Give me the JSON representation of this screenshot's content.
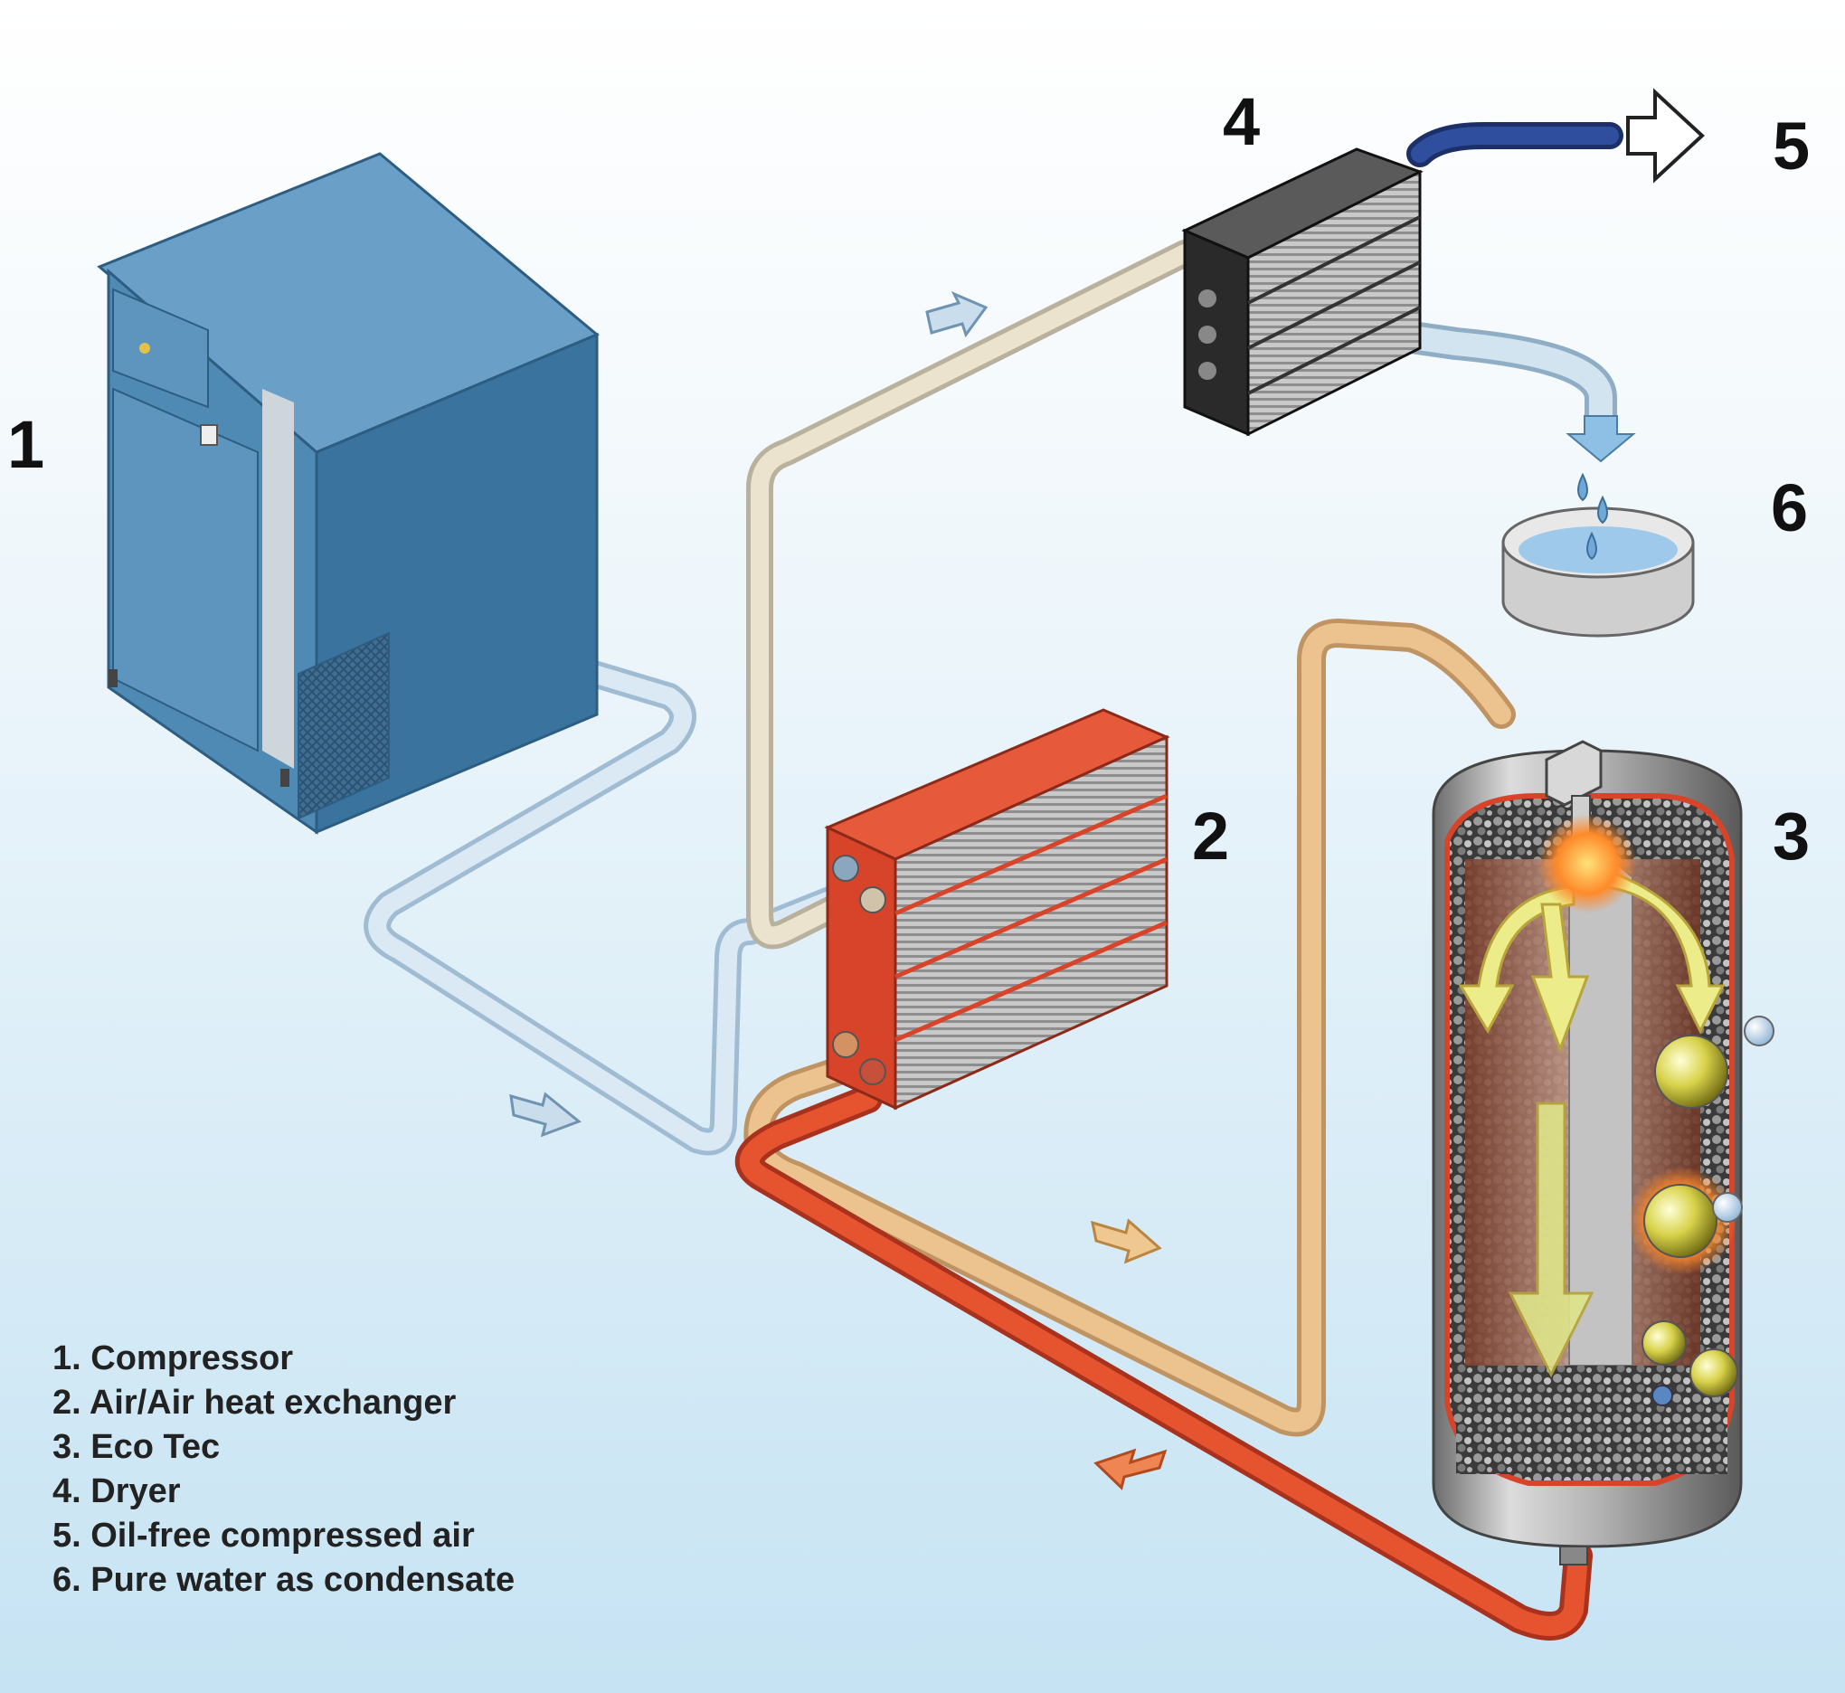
{
  "diagram": {
    "numbers": [
      "1",
      "2",
      "3",
      "4",
      "5",
      "6"
    ],
    "legend": [
      "1. Compressor",
      "2. Air/Air heat exchanger",
      "3. Eco Tec",
      "4. Dryer",
      "5. Oil-free compressed air",
      "6. Pure water as condensate"
    ],
    "colors": {
      "background_top": "#ffffff",
      "background_bottom": "#c6e3f3",
      "compressor_blue": "#4f8ab5",
      "cool_pipe": "#d6e6f2",
      "warm_pipe": "#e9c08e",
      "hot_pipe": "#e5532f",
      "heat_exchanger_red": "#d8442a",
      "dryer_dark": "#2e2e2e",
      "outlet_pipe_blue": "#2f4f9e",
      "eco_tec_silver": "#a7a7a7",
      "yellow_flow": "#ecec8a"
    },
    "icons": [
      "compressor-icon",
      "heat-exchanger-icon",
      "eco-tec-vessel-icon",
      "dryer-icon",
      "outlet-arrow-icon",
      "condensate-basin-icon",
      "water-drop-icon",
      "flow-arrow-icon"
    ]
  }
}
